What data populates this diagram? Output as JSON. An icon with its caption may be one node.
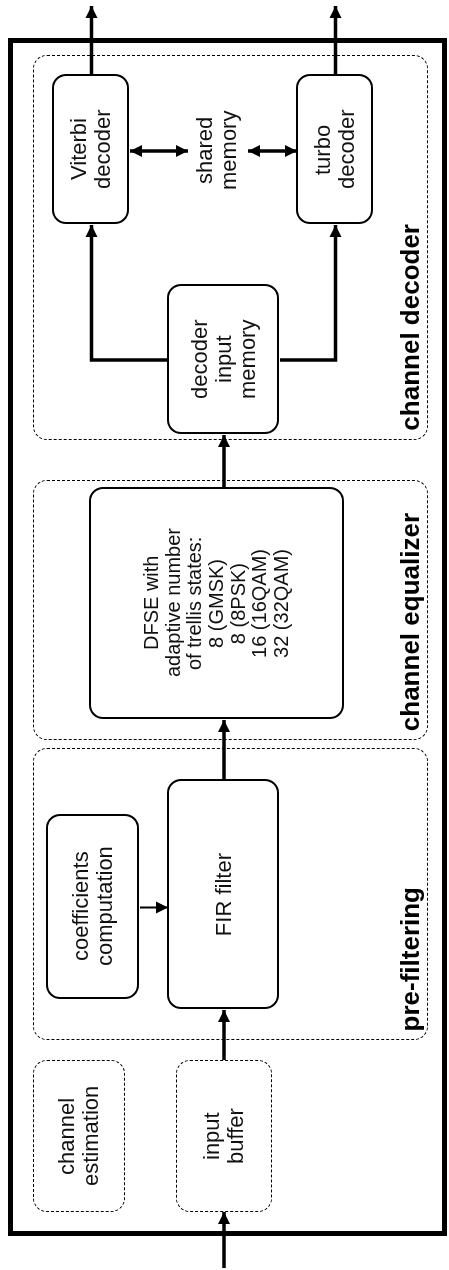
{
  "diagram": {
    "nodes": [
      {
        "text": [],
        "shape": "box"
      },
      {
        "text": [
          "channel estimation"
        ],
        "in": 0
      },
      {
        "text": [
          "input buffer"
        ],
        "in": 0
      },
      {
        "text": [
          "pre-filtering"
        ],
        "in": 0
      },
      {
        "text": [
          "coefficients computation"
        ],
        "in": 3
      },
      {
        "text": [
          "FIR filter"
        ],
        "in": 3
      },
      {
        "text": [
          "channel equalizer"
        ],
        "in": 0
      },
      {
        "text": [
          "DFSE with adaptive number of trellis states:",
          "8 (GMSK)",
          "8 (8PSK)",
          "16 (16QAM)",
          "32 (32QAM)"
        ],
        "in": 6
      },
      {
        "text": [
          "channel decoder"
        ],
        "in": 0
      },
      {
        "text": [
          "decoder input memory"
        ],
        "in": 8
      },
      {
        "text": [
          "Viterbi decoder"
        ],
        "in": 8
      },
      {
        "text": [
          "shared memory"
        ],
        "in": 8
      },
      {
        "text": [
          "turbo decoder"
        ],
        "in": 8
      }
    ],
    "edges": [
      {
        "from": null,
        "to": 2,
        "arrow": "to"
      },
      {
        "from": 2,
        "to": 5,
        "arrow": "to"
      },
      {
        "from": 4,
        "to": 5,
        "arrow": "to"
      },
      {
        "from": 5,
        "to": 7,
        "arrow": "to"
      },
      {
        "from": 7,
        "to": 9,
        "arrow": "to"
      },
      {
        "from": 9,
        "to": 10,
        "arrow": "to"
      },
      {
        "from": 9,
        "to": 12,
        "arrow": "to"
      },
      {
        "from": 10,
        "to": 11,
        "arrow": "both"
      },
      {
        "from": 11,
        "to": 12,
        "arrow": "both"
      },
      {
        "from": 10,
        "to": null,
        "arrow": "to"
      },
      {
        "from": 12,
        "to": null,
        "arrow": "to"
      }
    ]
  }
}
